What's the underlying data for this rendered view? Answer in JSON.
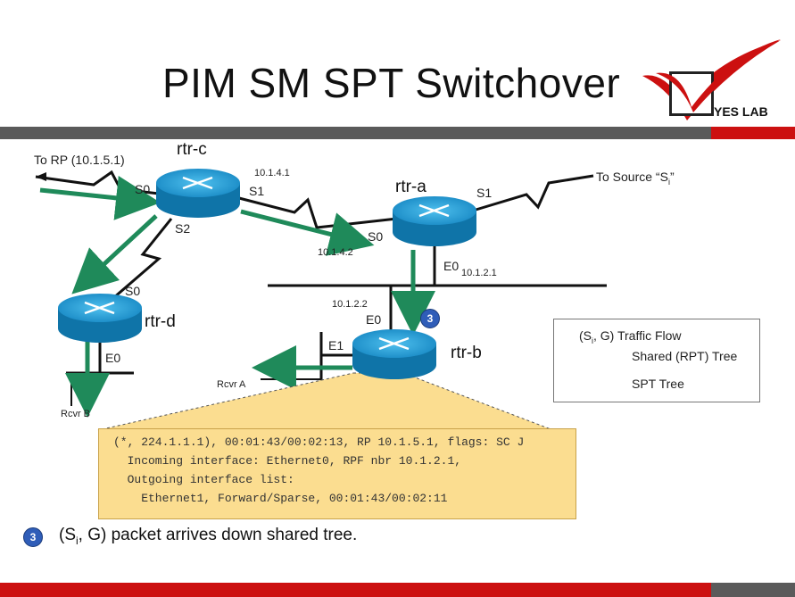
{
  "title": "PIM SM SPT Switchover",
  "logo_text": "YES LAB",
  "routers": {
    "c": "rtr-c",
    "a": "rtr-a",
    "d": "rtr-d",
    "b": "rtr-b"
  },
  "labels": {
    "to_rp": "To RP (10.1.5.1)",
    "to_source": "To Source “S",
    "to_source_sub": "i",
    "to_source_end": "”",
    "c_s0": "S0",
    "c_s1": "S1",
    "c_s2": "S2",
    "c_ip": "10.1.4.1",
    "a_s0": "S0",
    "a_s1": "S1",
    "a_e0": "E0",
    "a_ip_s0": "10.1.4.2",
    "a_ip_e0": "10.1.2.1",
    "d_s0": "S0",
    "d_e0": "E0",
    "rcvr_b": "Rcvr B",
    "rcvr_a": "Rcvr A",
    "b_ip": "10.1.2.2",
    "b_e0": "E0",
    "b_e1": "E1"
  },
  "legend": {
    "title": "(S",
    "title_sub": "i",
    "title_end": ", G) Traffic Flow",
    "shared": "Shared (RPT) Tree",
    "spt": "SPT Tree"
  },
  "info_lines": [
    "(*, 224.1.1.1), 00:01:43/00:02:13, RP 10.1.5.1, flags: SC J",
    "  Incoming interface: Ethernet0, RPF nbr 10.1.2.1,",
    "  Outgoing interface list:",
    "    Ethernet1, Forward/Sparse, 00:01:43/00:02:11"
  ],
  "step_badge": "3",
  "note": {
    "prefix": "(S",
    "sub": "i",
    "text": ", G) packet arrives down shared tree."
  },
  "colors": {
    "router": "#1a8fc9",
    "shared_arrow": "#1f8a5a",
    "spt_arrow": "#d04a1a",
    "accent_red": "#cc1010"
  }
}
